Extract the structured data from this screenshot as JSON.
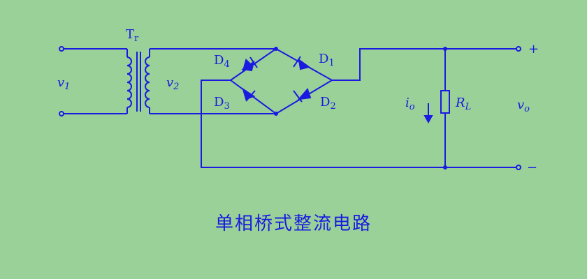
{
  "diagram": {
    "title": "单相桥式整流电路",
    "labels": {
      "transformer": {
        "main": "T",
        "sub": "r"
      },
      "v1": {
        "main": "v",
        "sub": "1"
      },
      "v2": {
        "main": "v",
        "sub": "2"
      },
      "d1": {
        "main": "D",
        "sub": "1"
      },
      "d2": {
        "main": "D",
        "sub": "2"
      },
      "d3": {
        "main": "D",
        "sub": "3"
      },
      "d4": {
        "main": "D",
        "sub": "4"
      },
      "io": {
        "main": "i",
        "sub": "o"
      },
      "rl": {
        "main": "R",
        "sub": "L"
      },
      "vo": {
        "main": "v",
        "sub": "o"
      },
      "plus": "+",
      "minus": "−"
    },
    "colors": {
      "line": "#1a1ae0",
      "background": "#99d199"
    }
  }
}
